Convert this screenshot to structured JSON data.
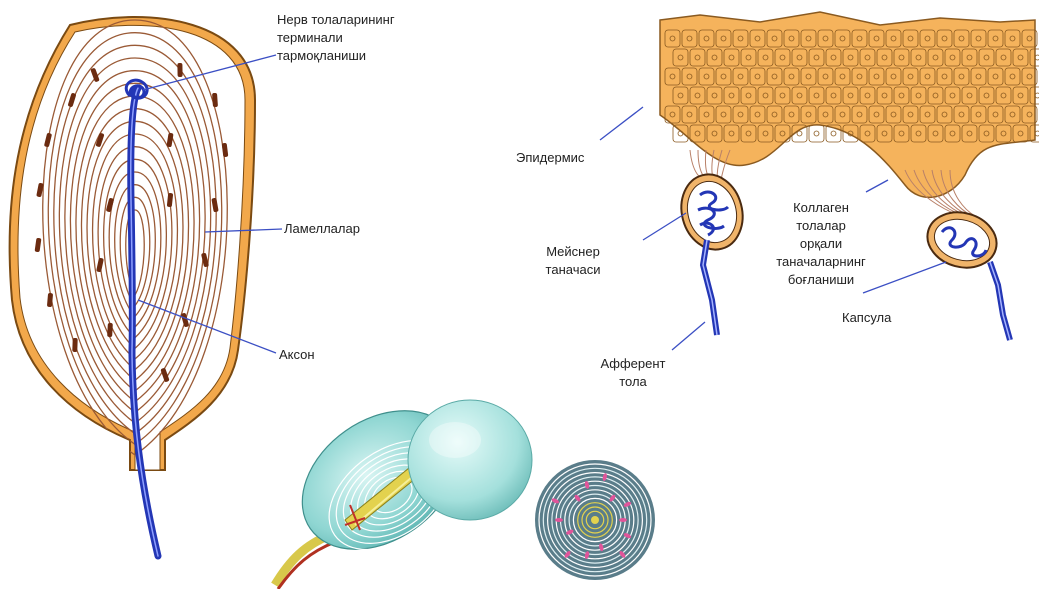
{
  "labels": {
    "nerve_branching_1": "Нерв толаларининг",
    "nerve_branching_2": "терминали",
    "nerve_branching_3": "тармоқланиши",
    "lamellae": "Ламеллалар",
    "axon": "Аксон",
    "epidermis": "Эпидермис",
    "meissner_1": "Мейснер",
    "meissner_2": "таначаси",
    "collagen_1": "Коллаген",
    "collagen_2": "толалар",
    "collagen_3": "орқали",
    "collagen_4": "таначаларнинг",
    "collagen_5": "боғланиши",
    "capsule": "Капсула",
    "afferent_1": "Афферент",
    "afferent_2": "тола"
  },
  "colors": {
    "capsule_orange": "#f2a84b",
    "capsule_outline": "#7a4a12",
    "lamella_brown": "#9a5a36",
    "nucleus_brown": "#6b2b10",
    "axon_blue": "#2336b5",
    "pointer_blue": "#3b4fc4",
    "epidermis_fill": "#f5b35c",
    "teal": "#8fd6d2"
  }
}
